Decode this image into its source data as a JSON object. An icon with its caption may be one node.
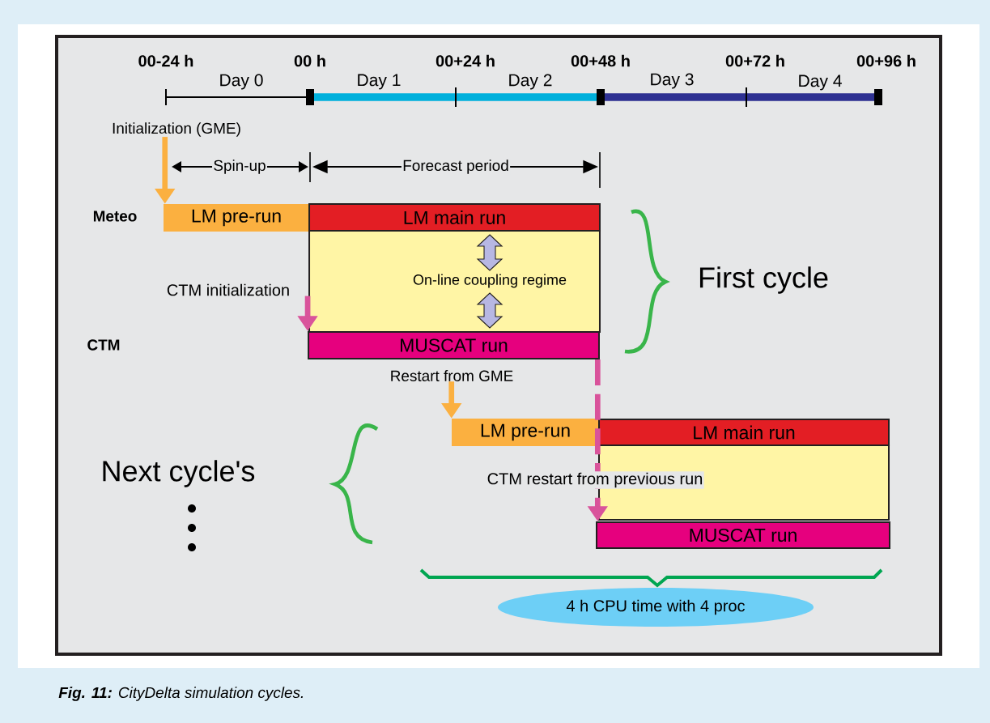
{
  "diagram": {
    "caption": "**Fig. 11:** CityDelta simulation cycles.",
    "nodes": [
      {
        "text": [
          "Initialization (GME)"
        ]
      },
      {
        "text": [
          "LM pre-run"
        ]
      },
      {
        "text": [
          "LM main run"
        ]
      },
      {
        "text": [
          "On-line coupling regime"
        ]
      },
      {
        "text": [
          "CTM initialization"
        ]
      },
      {
        "text": [
          "MUSCAT run"
        ]
      },
      {
        "text": [
          "Restart from GME"
        ]
      },
      {
        "text": [
          "LM pre-run"
        ]
      },
      {
        "text": [
          "LM main run"
        ]
      },
      {
        "text": [],
        "shape": "box"
      },
      {
        "text": [
          "MUSCAT run"
        ]
      },
      {
        "text": [
          "4 h CPU time with 4 proc"
        ]
      }
    ],
    "edges": [
      {
        "from": 0,
        "to": 1,
        "arrow": "to",
        "color": "#fbb040"
      },
      {
        "from": 4,
        "to": 5,
        "arrow": "to",
        "color": "#d9539b"
      },
      {
        "from": 6,
        "to": 7,
        "arrow": "to",
        "color": "#fbb040"
      },
      {
        "from": 5,
        "to": 10,
        "arrow": "to",
        "style": "dashed",
        "color": "#d9539b",
        "label": "CTM restart from previous run"
      }
    ],
    "labels": [
      "00-24 h",
      "00 h",
      "00+24 h",
      "00+48 h",
      "00+72 h",
      "00+96 h",
      "Day 0",
      "Day 1",
      "Day 2",
      "Day 3",
      "Day 4",
      "Spin-up",
      "Forecast period",
      "Meteo",
      "First cycle",
      "CTM",
      "Next cycle's"
    ]
  }
}
